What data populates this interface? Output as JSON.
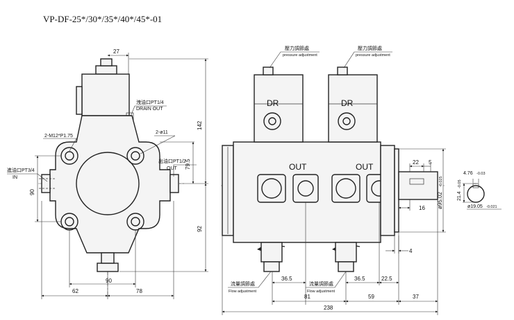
{
  "title": "VP-DF-25*/30*/35*/40*/45*-01",
  "front_view": {
    "dim_top": "27",
    "drain_port_cn": "洩油口PT1/4",
    "drain_port_en": "DRAIN OUT",
    "mount_holes": "2-M12*P1.75",
    "pilot_hole": "2-ø11",
    "inlet_port_cn": "進油口PT3/4",
    "inlet_port_en": "IN",
    "outlet_port_cn": "出油口PT1/2",
    "outlet_port_en": "OUT",
    "dim_142": "142",
    "dim_79_5": "79.5",
    "dim_92": "92",
    "dim_90_side": "90",
    "dim_90_bottom": "90",
    "dim_62": "62",
    "dim_78": "78"
  },
  "side_view": {
    "pressure_adj_cn_1": "壓力調節處",
    "pressure_adj_en_1": "pressure adjustment",
    "pressure_adj_cn_2": "壓力調節處",
    "pressure_adj_en_2": "pressure adjustment",
    "dr_1": "DR",
    "dr_2": "DR",
    "out_1": "OUT",
    "out_2": "OUT",
    "flow_adj_cn_1": "流量調節處",
    "flow_adj_en_1": "Flow adjustment",
    "flow_adj_cn_2": "流量調節處",
    "flow_adj_en_2": "Flow adjustment",
    "dim_36_5_a": "36.5",
    "dim_36_5_b": "36.5",
    "dim_22_5": "22.5",
    "dim_81": "81",
    "dim_59": "59",
    "dim_37": "37",
    "dim_238": "238",
    "dim_22": "22",
    "dim_5": "5",
    "dim_16": "16",
    "dim_4": "4",
    "dim_95": "ø95.02",
    "dim_95_tol": "-0.025",
    "dim_21_4": "21.4",
    "dim_21_4_tol": "-0.05",
    "dim_19": "ø19.05",
    "dim_19_tol": "-0.021",
    "dim_4_76": "4.76",
    "dim_4_76_tol": "-0.03"
  }
}
